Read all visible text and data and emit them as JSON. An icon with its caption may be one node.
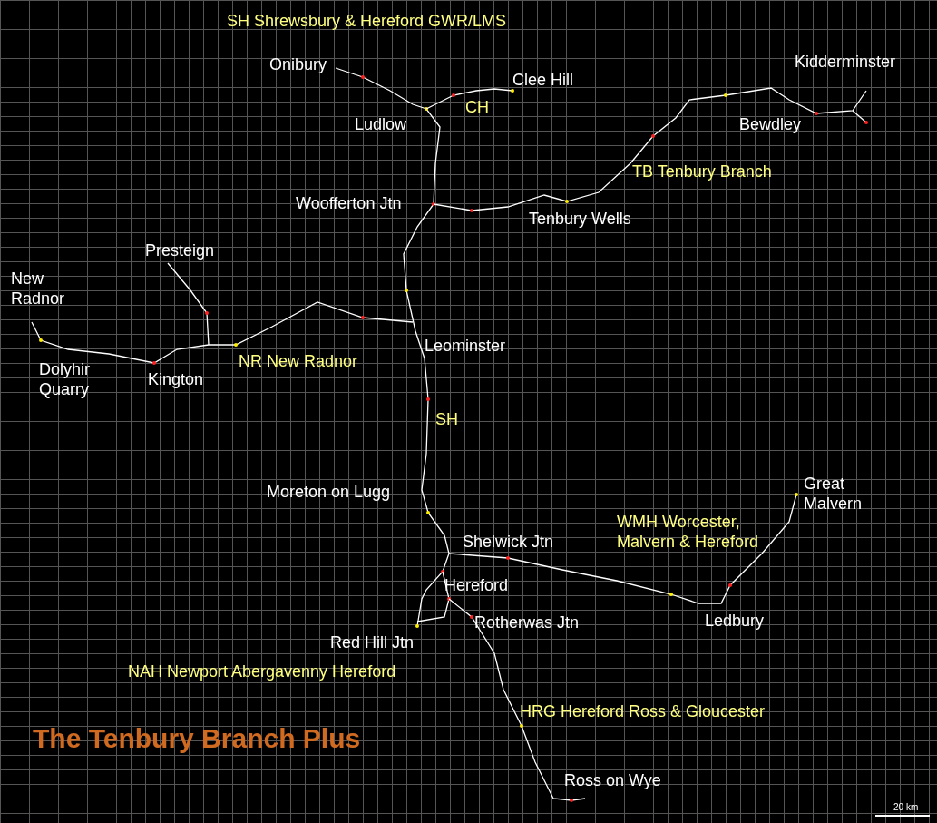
{
  "diagram": {
    "title": "The Tenbury Branch Plus",
    "labels": [
      "SH Shrewsbury & Hereford GWR/LMS",
      "Onibury",
      "Kidderminster",
      "Clee Hill",
      "CH",
      "Ludlow",
      "Bewdley",
      "TB Tenbury Branch",
      "Woofferton Jtn",
      "Tenbury Wells",
      "Presteign",
      "New Radnor",
      "Leominster",
      "NR New Radnor",
      "Dolyhir Quarry",
      "Kington",
      "SH",
      "Great Malvern",
      "Moreton on Lugg",
      "WMH Worcester, Malvern & Hereford",
      "Shelwick Jtn",
      "Hereford",
      "Rotherwas Jtn",
      "Ledbury",
      "Red Hill Jtn",
      "NAH Newport Abergavenny Hereford",
      "HRG Hereford Ross & Gloucester",
      "Ross on Wye",
      "20 km"
    ]
  }
}
